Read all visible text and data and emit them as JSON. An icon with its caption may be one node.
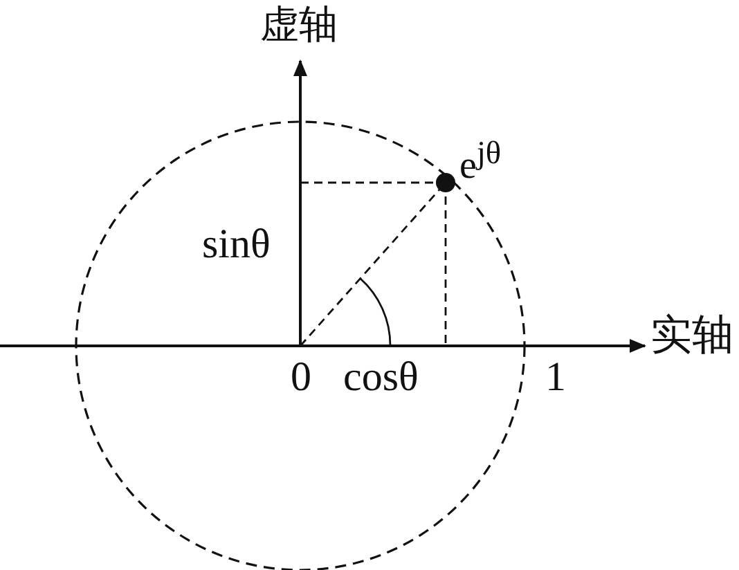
{
  "diagram": {
    "labels": [
      "虚轴",
      "e$^{jθ}$",
      "sinθ",
      "0",
      "cosθ",
      "1",
      "实轴"
    ]
  }
}
